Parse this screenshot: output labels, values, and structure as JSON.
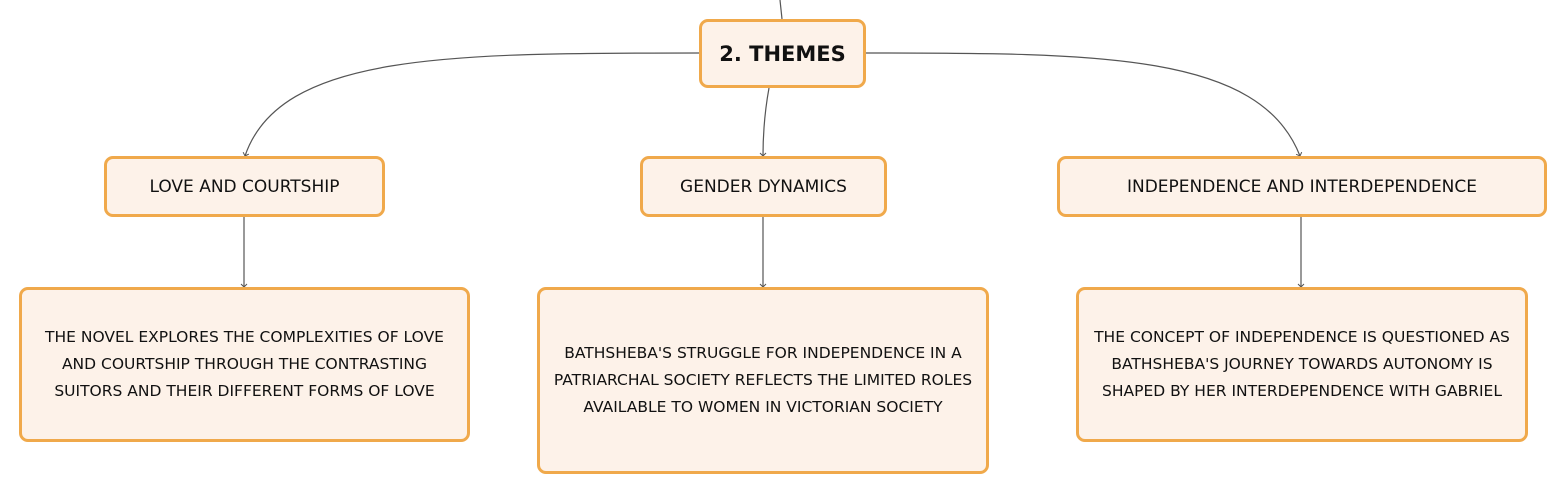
{
  "diagram": {
    "root": {
      "label": "2. THEMES"
    },
    "themes": [
      {
        "label": "LOVE AND COURTSHIP",
        "description": "THE NOVEL EXPLORES THE COMPLEXITIES OF LOVE AND COURTSHIP THROUGH THE CONTRASTING SUITORS AND THEIR DIFFERENT FORMS OF LOVE"
      },
      {
        "label": "GENDER DYNAMICS",
        "description": "BATHSHEBA'S STRUGGLE FOR INDEPENDENCE IN A PATRIARCHAL SOCIETY REFLECTS THE LIMITED ROLES AVAILABLE TO WOMEN IN VICTORIAN SOCIETY"
      },
      {
        "label": "INDEPENDENCE AND INTERDEPENDENCE",
        "description": "THE CONCEPT OF INDEPENDENCE IS QUESTIONED AS BATHSHEBA'S JOURNEY TOWARDS AUTONOMY IS SHAPED BY HER INTERDEPENDENCE WITH GABRIEL"
      }
    ]
  },
  "colors": {
    "node_fill": "#fdf2e9",
    "node_border": "#f0a94b",
    "connector": "#555555",
    "text": "#111111"
  }
}
